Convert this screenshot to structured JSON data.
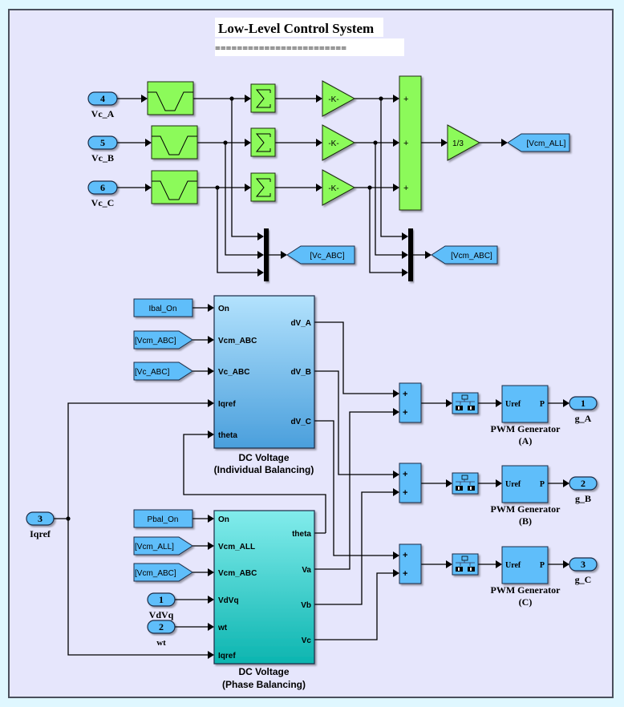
{
  "title": "Low-Level  Control System",
  "title_underline": "========================",
  "colors": {
    "canvas_bg": "#e6e6fc",
    "outer_bg": "#dff7ff",
    "green_block": "#8cfa5a",
    "blue_block": "#5fbefa",
    "goto_fill": "#5fbefa",
    "port_fill": "#5fbefa"
  },
  "inports_top": [
    {
      "number": "4",
      "label": "Vc_A"
    },
    {
      "number": "5",
      "label": "Vc_B"
    },
    {
      "number": "6",
      "label": "Vc_C"
    }
  ],
  "filter_icon": "band-stop-filter-icon",
  "sum_icon": "sigma",
  "gain_label": "-K-",
  "sum3_signs": [
    "+",
    "+",
    "+"
  ],
  "avg_gain_label": "1/3",
  "goto_tags": {
    "vcm_all": "[Vcm_ALL]",
    "vc_abc": "[Vc_ABC]",
    "vcm_abc": "[Vcm_ABC]"
  },
  "individual_block": {
    "name_line1": "DC Voltage",
    "name_line2": "(Individual Balancing)",
    "inputs": [
      "On",
      "Vcm_ABC",
      "Vc_ABC",
      "Iqref",
      "theta"
    ],
    "outputs": [
      "dV_A",
      "dV_B",
      "dV_C"
    ],
    "sources": {
      "const": "Ibal_On",
      "from1": "[Vcm_ABC]",
      "from2": "[Vc_ABC]"
    }
  },
  "phase_block": {
    "name_line1": "DC Voltage",
    "name_line2": "(Phase Balancing)",
    "inputs": [
      "On",
      "Vcm_ALL",
      "Vcm_ABC",
      "VdVq",
      "wt",
      "Iqref"
    ],
    "outputs": [
      "theta",
      "Va",
      "Vb",
      "Vc"
    ],
    "sources": {
      "const": "Pbal_On",
      "from1": "[Vcm_ALL]",
      "from2": "[Vcm_ABC]"
    }
  },
  "inports_mid": [
    {
      "number": "1",
      "label": "VdVq"
    },
    {
      "number": "2",
      "label": "wt"
    },
    {
      "number": "3",
      "label": "Iqref"
    }
  ],
  "sum2_signs": [
    "+",
    "+"
  ],
  "pwm": [
    {
      "port_in": "Uref",
      "port_out": "P",
      "line1": "PWM Generator",
      "line2": "(A)",
      "out_number": "1",
      "out_label": "g_A"
    },
    {
      "port_in": "Uref",
      "port_out": "P",
      "line1": "PWM Generator",
      "line2": "(B)",
      "out_number": "2",
      "out_label": "g_B"
    },
    {
      "port_in": "Uref",
      "port_out": "P",
      "line1": "PWM Generator",
      "line2": "(C)",
      "out_number": "3",
      "out_label": "g_C"
    }
  ]
}
